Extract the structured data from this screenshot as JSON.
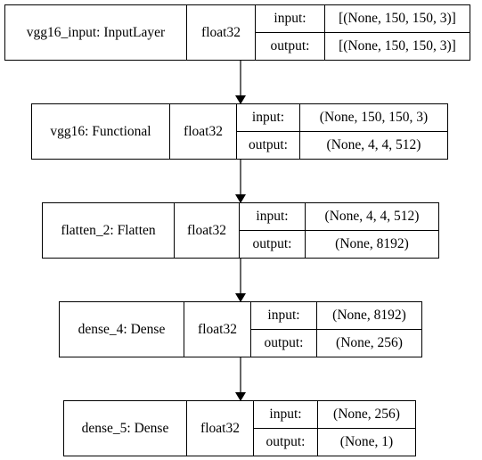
{
  "layers": [
    {
      "name": "vgg16_input: InputLayer",
      "dtype": "float32",
      "input_label": "input:",
      "output_label": "output:",
      "input_shape": "[(None, 150, 150, 3)]",
      "output_shape": "[(None, 150, 150, 3)]"
    },
    {
      "name": "vgg16: Functional",
      "dtype": "float32",
      "input_label": "input:",
      "output_label": "output:",
      "input_shape": "(None, 150, 150, 3)",
      "output_shape": "(None, 4, 4, 512)"
    },
    {
      "name": "flatten_2: Flatten",
      "dtype": "float32",
      "input_label": "input:",
      "output_label": "output:",
      "input_shape": "(None, 4, 4, 512)",
      "output_shape": "(None, 8192)"
    },
    {
      "name": "dense_4: Dense",
      "dtype": "float32",
      "input_label": "input:",
      "output_label": "output:",
      "input_shape": "(None, 8192)",
      "output_shape": "(None, 256)"
    },
    {
      "name": "dense_5: Dense",
      "dtype": "float32",
      "input_label": "input:",
      "output_label": "output:",
      "input_shape": "(None, 256)",
      "output_shape": "(None, 1)"
    }
  ],
  "colors": {
    "line": "#000000",
    "background": "#ffffff"
  }
}
